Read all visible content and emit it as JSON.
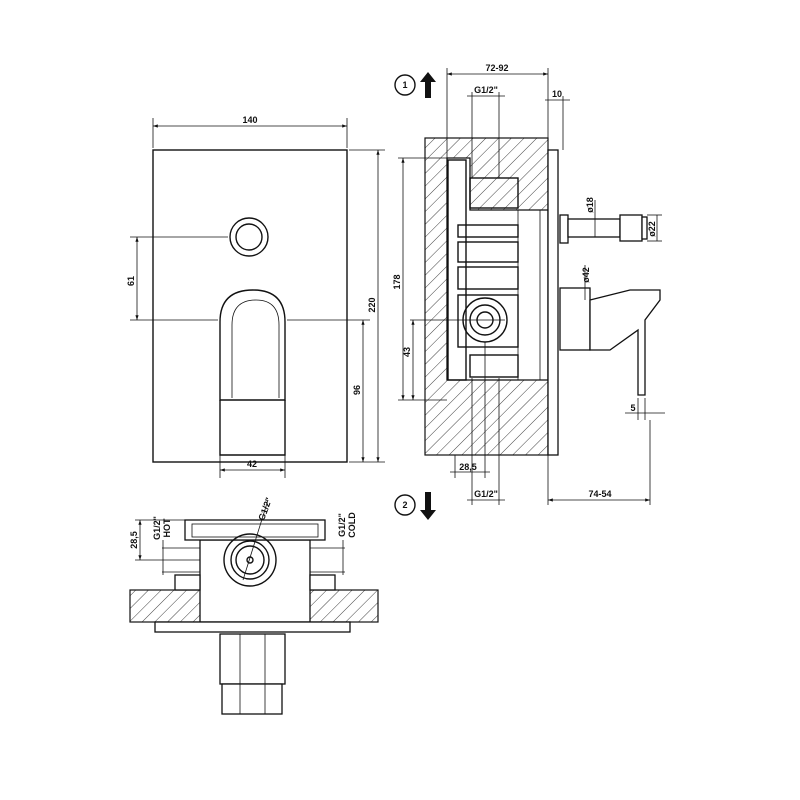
{
  "front_view": {
    "width_label": "140",
    "button_offset_label": "61",
    "height_label": "220",
    "lever_offset_label": "96",
    "lever_width_label": "42"
  },
  "side_view": {
    "depth_label": "72-92",
    "top_inlet_label": "G1/2\"",
    "plate_offset_label": "10",
    "body_height_label": "178",
    "spout_diameter_label": "ø18",
    "spout_end_diameter_label": "ø22",
    "handle_diameter_label": "ø42",
    "outlet_offset_label": "43",
    "handle_gap_label": "5",
    "bottom_offset_label": "28,5",
    "bottom_inlet_label": "G1/2\"",
    "projection_label": "74-54",
    "direction_1": "1",
    "direction_2": "2"
  },
  "bottom_view": {
    "offset_label": "28,5",
    "hot_size_label": "G1/2\"",
    "hot_label": "HOT",
    "cold_size_label": "G1/2\"",
    "cold_label": "COLD",
    "center_label": "G1/2\""
  }
}
